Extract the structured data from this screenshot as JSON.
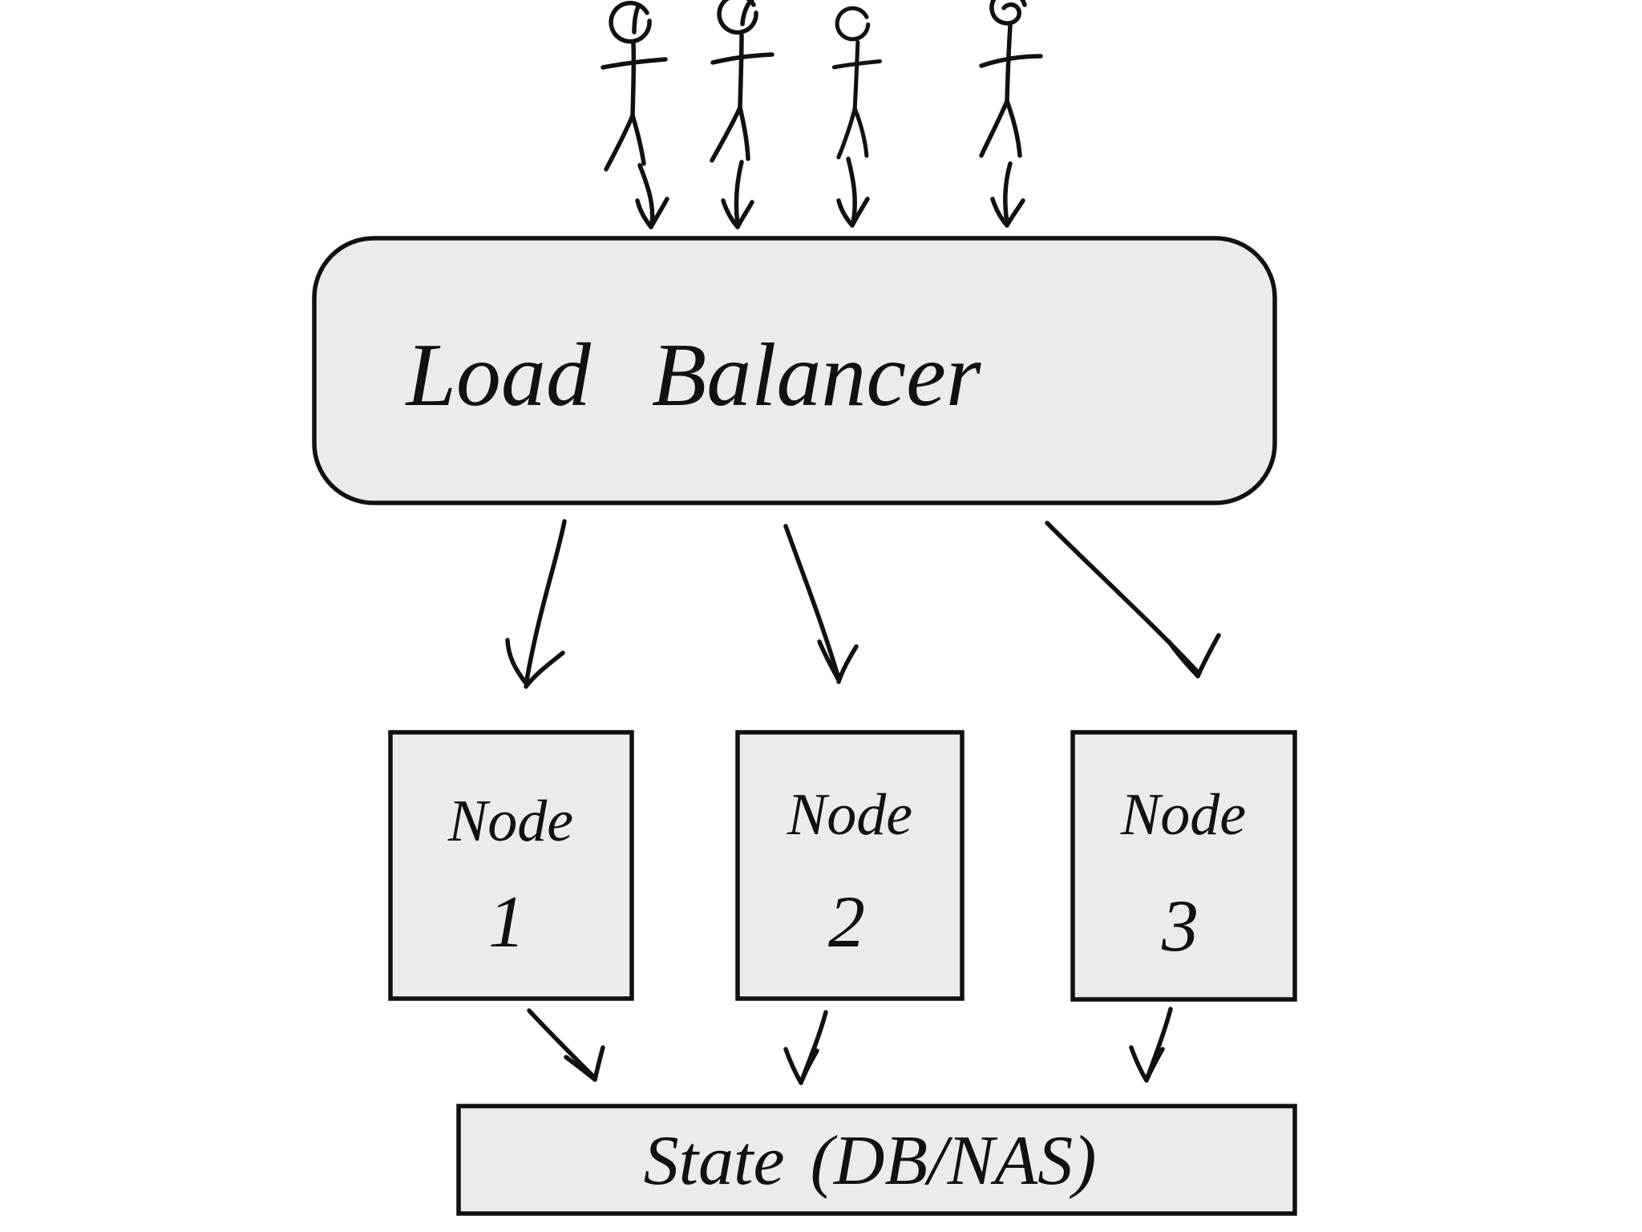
{
  "users": {
    "count": 4
  },
  "load_balancer": {
    "label": "Load Balancer"
  },
  "nodes": [
    {
      "name": "Node",
      "number": "1"
    },
    {
      "name": "Node",
      "number": "2"
    },
    {
      "name": "Node",
      "number": "3"
    }
  ],
  "state_store": {
    "label": "State (DB/NAS)"
  },
  "colors": {
    "box_fill": "#ebebeb",
    "ink": "#111111",
    "background": "#ffffff"
  }
}
